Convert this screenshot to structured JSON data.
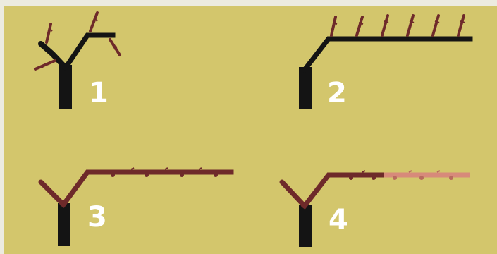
{
  "labels": {
    "stage1": "1",
    "stage2": "2",
    "stage3": "3",
    "stage4": "4"
  },
  "colors": {
    "background": "#d3c66c",
    "old_wood": "#141414",
    "cane": "#6e2a2a",
    "new_cane": "#d78a7a",
    "number": "#ffffff"
  },
  "icons": [
    "vine-stage-1",
    "vine-stage-2",
    "vine-stage-3",
    "vine-stage-4"
  ]
}
